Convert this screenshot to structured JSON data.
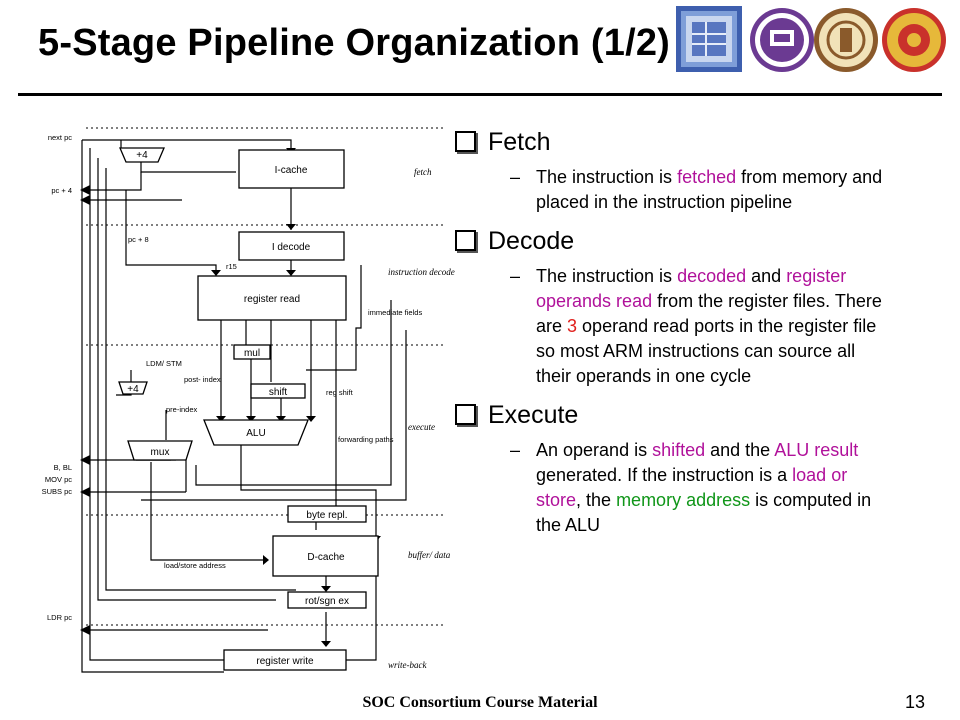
{
  "slide": {
    "title": "5-Stage Pipeline Organization (1/2)",
    "footer": "SOC Consortium Course Material",
    "page_number": "13"
  },
  "logos": [
    "soc-logo-icon",
    "university-seal-icon-1",
    "university-seal-icon-2",
    "university-seal-icon-3"
  ],
  "diagram": {
    "left_labels": {
      "next_pc": "next pc",
      "pc_plus4_out": "pc + 4",
      "b_bl": "B, BL",
      "mov_pc": "MOV pc",
      "subs_pc": "SUBS pc",
      "ldr_pc": "LDR pc"
    },
    "blocks": {
      "inc4": "+4",
      "icache": "I-cache",
      "idecode": "I decode",
      "regread": "register read",
      "mul": "mul",
      "inc4b": "+4",
      "shift": "shift",
      "alu": "ALU",
      "mux": "mux",
      "byterepl": "byte repl.",
      "dcache": "D-cache",
      "rotsgn": "rot/sgn ex",
      "regwrite": "register write"
    },
    "inner_labels": {
      "pc8": "pc + 8",
      "r15": "r15",
      "ldm_stm": "LDM/ STM",
      "post_index": "post- index",
      "pre_index": "pre-index",
      "reg_shift": "reg shift",
      "immediate_fields": "immediate fields",
      "forwarding_paths": "forwarding paths",
      "load_store_address": "load/store address"
    },
    "stages": {
      "fetch": "fetch",
      "decode": "instruction decode",
      "execute": "execute",
      "buffer": "buffer/ data",
      "writeback": "write-back"
    }
  },
  "bullets": [
    {
      "heading": "Fetch",
      "segments": [
        {
          "text": "The instruction is ",
          "color": ""
        },
        {
          "text": "fetched",
          "color": "purple"
        },
        {
          "text": " from memory and placed in the instruction pipeline",
          "color": ""
        }
      ]
    },
    {
      "heading": "Decode",
      "segments": [
        {
          "text": "The instruction is ",
          "color": ""
        },
        {
          "text": "decoded",
          "color": "purple"
        },
        {
          "text": " and ",
          "color": ""
        },
        {
          "text": "register operands read",
          "color": "purple"
        },
        {
          "text": " from the register files. There are ",
          "color": ""
        },
        {
          "text": "3",
          "color": "red"
        },
        {
          "text": " operand read ports in the register file so most ARM instructions can source all their operands in one cycle",
          "color": ""
        }
      ]
    },
    {
      "heading": "Execute",
      "segments": [
        {
          "text": "An operand is ",
          "color": ""
        },
        {
          "text": "shifted",
          "color": "purple"
        },
        {
          "text": " and the ",
          "color": ""
        },
        {
          "text": "ALU result",
          "color": "purple"
        },
        {
          "text": " generated. If the instruction is a ",
          "color": ""
        },
        {
          "text": "load or store",
          "color": "purple"
        },
        {
          "text": ", the ",
          "color": ""
        },
        {
          "text": "memory address",
          "color": "green"
        },
        {
          "text": " is computed in the ALU",
          "color": ""
        }
      ]
    }
  ],
  "colors": {
    "purple": "#b0119a",
    "red": "#e0201c",
    "green": "#109619"
  }
}
